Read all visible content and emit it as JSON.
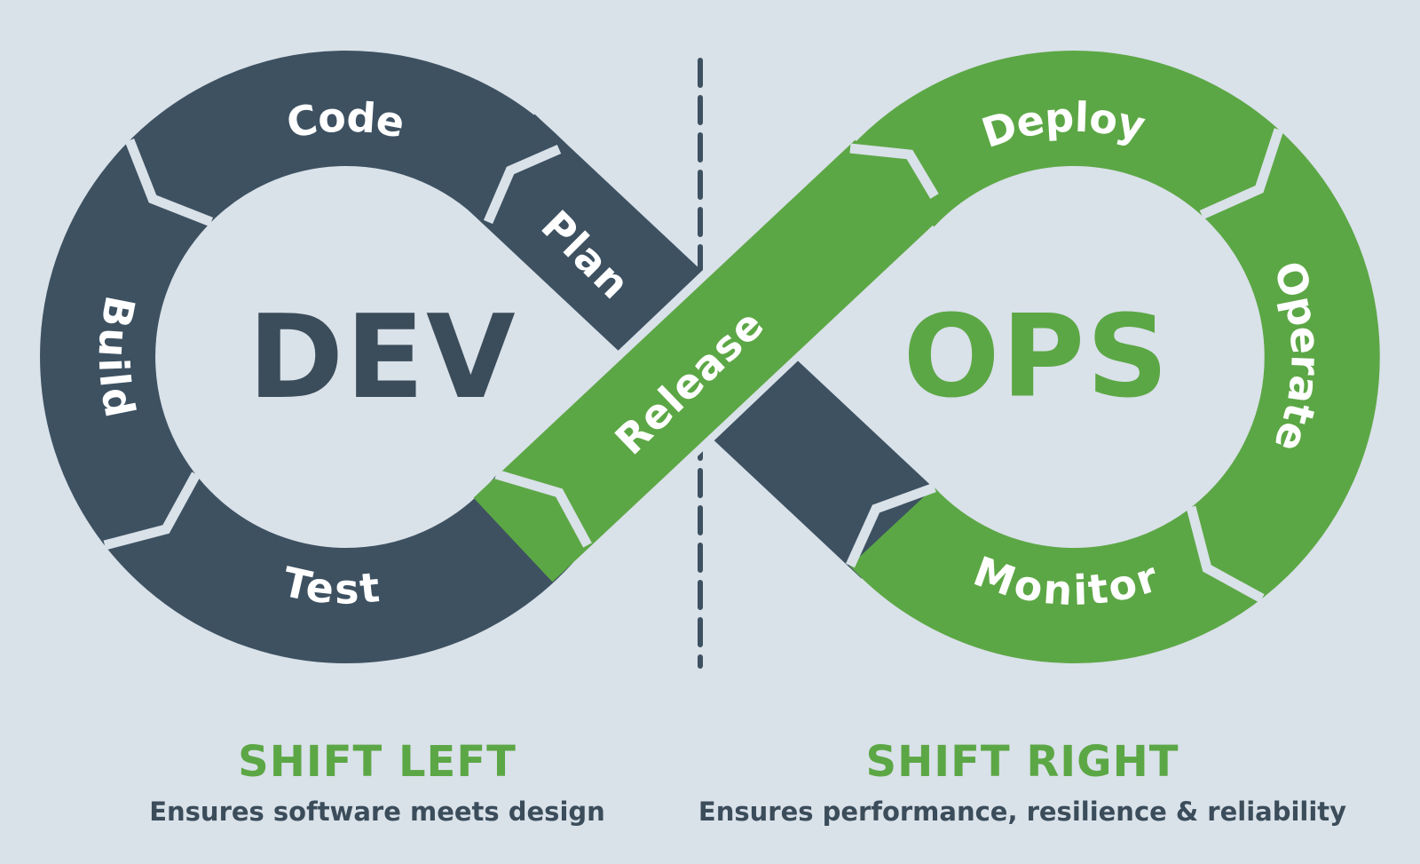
{
  "colors": {
    "background": "#d9e1e9",
    "dark": "#3d5161",
    "dark_text": "#3b4c5a",
    "green": "#5ca745",
    "white": "#ffffff"
  },
  "left_loop": {
    "center_label": "DEV",
    "segments": [
      {
        "label": "Plan"
      },
      {
        "label": "Code"
      },
      {
        "label": "Build"
      },
      {
        "label": "Test"
      }
    ]
  },
  "right_loop": {
    "center_label": "OPS",
    "segments": [
      {
        "label": "Deploy"
      },
      {
        "label": "Operate"
      },
      {
        "label": "Monitor"
      }
    ]
  },
  "crossover": {
    "label": "Release"
  },
  "captions": {
    "left": {
      "title": "SHIFT LEFT",
      "subtitle": "Ensures software meets design"
    },
    "right": {
      "title": "SHIFT RIGHT",
      "subtitle": "Ensures performance, resilience & reliability"
    }
  }
}
